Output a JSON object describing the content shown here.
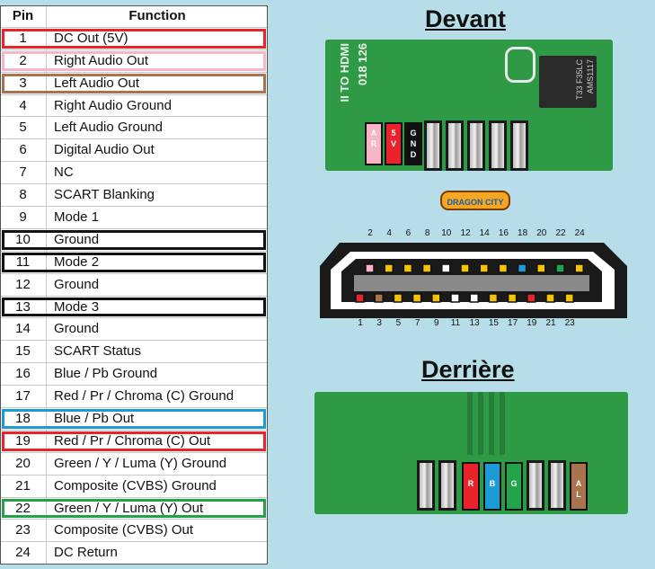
{
  "table": {
    "header_pin": "Pin",
    "header_function": "Function",
    "rows": [
      {
        "pin": "1",
        "function": "DC Out (5V)",
        "highlight": "#e8232a"
      },
      {
        "pin": "2",
        "function": "Right Audio Out",
        "highlight": "#f7b6c8"
      },
      {
        "pin": "3",
        "function": "Left Audio Out",
        "highlight": "#a9734e"
      },
      {
        "pin": "4",
        "function": "Right Audio Ground",
        "highlight": ""
      },
      {
        "pin": "5",
        "function": "Left Audio Ground",
        "highlight": ""
      },
      {
        "pin": "6",
        "function": "Digital Audio Out",
        "highlight": ""
      },
      {
        "pin": "7",
        "function": "NC",
        "highlight": ""
      },
      {
        "pin": "8",
        "function": "SCART Blanking",
        "highlight": ""
      },
      {
        "pin": "9",
        "function": "Mode 1",
        "highlight": ""
      },
      {
        "pin": "10",
        "function": "Ground",
        "highlight": "#111111"
      },
      {
        "pin": "11",
        "function": "Mode 2",
        "highlight": "#111111"
      },
      {
        "pin": "12",
        "function": "Ground",
        "highlight": ""
      },
      {
        "pin": "13",
        "function": "Mode 3",
        "highlight": "#111111"
      },
      {
        "pin": "14",
        "function": "Ground",
        "highlight": ""
      },
      {
        "pin": "15",
        "function": "SCART Status",
        "highlight": ""
      },
      {
        "pin": "16",
        "function": "Blue / Pb Ground",
        "highlight": ""
      },
      {
        "pin": "17",
        "function": "Red / Pr / Chroma (C) Ground",
        "highlight": ""
      },
      {
        "pin": "18",
        "function": "Blue / Pb Out",
        "highlight": "#1b9ad6"
      },
      {
        "pin": "19",
        "function": "Red / Pr / Chroma (C) Out",
        "highlight": "#e8232a"
      },
      {
        "pin": "20",
        "function": "Green / Y / Luma (Y) Ground",
        "highlight": ""
      },
      {
        "pin": "21",
        "function": "Composite (CVBS) Ground",
        "highlight": ""
      },
      {
        "pin": "22",
        "function": "Green / Y / Luma (Y) Out",
        "highlight": "#22a34a"
      },
      {
        "pin": "23",
        "function": "Composite (CVBS) Out",
        "highlight": ""
      },
      {
        "pin": "24",
        "function": "DC Return",
        "highlight": ""
      }
    ]
  },
  "front": {
    "title": "Devant",
    "board_text": "018 126",
    "board_text2": "II TO HDMI",
    "chip_text": "AMS1117",
    "chip_text2": "T33 F35LC",
    "labels": [
      {
        "text": "A R",
        "color": "#f7b6c8"
      },
      {
        "text": "5 V",
        "color": "#e8232a"
      },
      {
        "text": "G N D",
        "color": "#111111"
      }
    ]
  },
  "logo_text": "DRAGON CITY",
  "connector": {
    "top_numbers": [
      "2",
      "4",
      "6",
      "8",
      "10",
      "12",
      "14",
      "16",
      "18",
      "20",
      "22",
      "24"
    ],
    "bottom_numbers": [
      "1",
      "3",
      "5",
      "7",
      "9",
      "11",
      "13",
      "15",
      "17",
      "19",
      "21",
      "23"
    ],
    "top_pin_colors": [
      "#f7b6c8",
      "#f5c400",
      "#f5c400",
      "#f5c400",
      "#ffffff",
      "#f5c400",
      "#f5c400",
      "#f5c400",
      "#1b9ad6",
      "#f5c400",
      "#22a34a",
      "#f5c400"
    ],
    "bottom_pin_colors": [
      "#e8232a",
      "#a9734e",
      "#f5c400",
      "#f5c400",
      "#f5c400",
      "#ffffff",
      "#ffffff",
      "#f5c400",
      "#f5c400",
      "#e8232a",
      "#f5c400",
      "#f5c400"
    ]
  },
  "back": {
    "title": "Derrière",
    "labels": [
      {
        "text": "R",
        "color": "#e8232a"
      },
      {
        "text": "B",
        "color": "#1b9ad6"
      },
      {
        "text": "G",
        "color": "#22a34a"
      },
      {
        "text": "A L",
        "color": "#a9734e"
      }
    ]
  }
}
